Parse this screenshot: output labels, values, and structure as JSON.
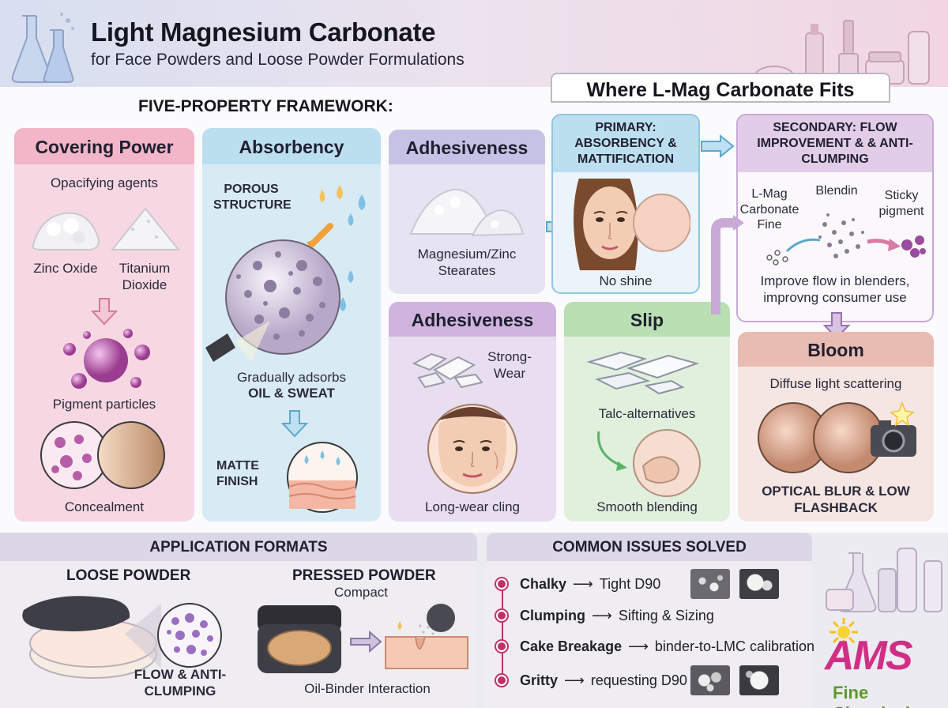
{
  "header": {
    "title": "Light Magnesium Carbonate",
    "subtitle": "for Face Powders and Loose Powder Formulations"
  },
  "framework_label": "FIVE-PROPERTY FRAMEWORK:",
  "fits_title": "Where L-Mag Carbonate Fits",
  "covering": {
    "title": "Covering Power",
    "opacifying": "Opacifying agents",
    "zinc": "Zinc Oxide",
    "titanium": "Titanium Dioxide",
    "pigment": "Pigment particles",
    "concealment": "Concealment"
  },
  "absorbency": {
    "title": "Absorbency",
    "porous": "POROUS STRUCTURE",
    "gradually": "Gradually adsorbs",
    "oil": "OIL & SWEAT",
    "matte": "MATTE FINISH"
  },
  "adhesive1": {
    "title": "Adhesiveness",
    "stearates": "Magnesium/Zinc Stearates"
  },
  "adhesive2": {
    "title": "Adhesiveness",
    "strong": "Strong-Wear",
    "cling": "Long-wear cling"
  },
  "slip": {
    "title": "Slip",
    "talc": "Talc-alternatives",
    "smooth": "Smooth blending"
  },
  "primary": {
    "title": "PRIMARY: ABSORBENCY & MATTIFICATION",
    "noshine": "No shine"
  },
  "secondary": {
    "title": "SECONDARY: FLOW IMPROVEMENT & & ANTI-CLUMPING",
    "lmag": "L-Mag Carbonate Fine",
    "blendin": "Blendin",
    "sticky": "Sticky pigment",
    "improve": "Improve flow in blenders, improvng consumer use"
  },
  "bloom": {
    "title": "Bloom",
    "diffuse": "Diffuse light scattering",
    "optical": "OPTICAL BLUR & LOW FLASHBACK"
  },
  "formats": {
    "title": "APPLICATION FORMATS",
    "loose": "LOOSE POWDER",
    "flow": "FLOW & ANTI-CLUMPING",
    "pressed": "PRESSED POWDER",
    "compact": "Compact",
    "oilbinder": "Oil-Binder Interaction"
  },
  "issues": {
    "title": "COMMON ISSUES SOLVED",
    "items": [
      {
        "problem": "Chalky",
        "solution": "Tight D90"
      },
      {
        "problem": "Clumping",
        "solution": "Sifting & Sizing"
      },
      {
        "problem": "Cake Breakage",
        "solution": "binder-to-LMC calibration"
      },
      {
        "problem": "Gritty",
        "solution": "requesting D90"
      }
    ]
  },
  "logo": {
    "mark": "AMS",
    "name": "Fine Chemicals"
  },
  "colors": {
    "pink": "#f6d3de",
    "pinkHead": "#f2b6c8",
    "blue": "#d8ebf5",
    "blueHead": "#bcdff0",
    "lilac": "#e6e3f3",
    "lilacHead": "#c6c2e6",
    "purple": "#e8def0",
    "purpleHead": "#cfb5dd",
    "green": "#e0f0dd",
    "greenHead": "#b9dfb3",
    "peach": "#f5e6e3",
    "peachHead": "#e8bcb2",
    "accent": "#c2306a"
  }
}
